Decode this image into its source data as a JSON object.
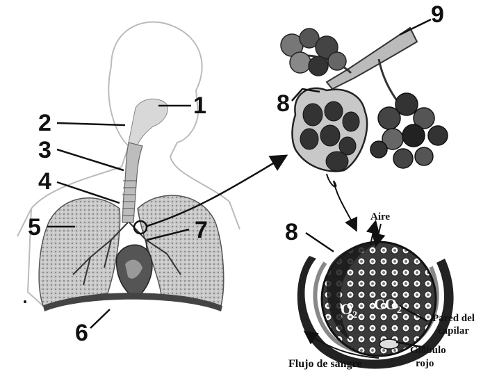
{
  "labels": {
    "n1": "1",
    "n2": "2",
    "n3": "3",
    "n4": "4",
    "n5": "5",
    "n6": "6",
    "n7": "7",
    "n8_top": "8",
    "n8_bottom": "8",
    "n9": "9"
  },
  "alveolus_text": {
    "aire": "Aire",
    "o2": "O",
    "o2_sub": "2",
    "co2": "CO",
    "co2_sub": "2",
    "pared_line1": "Pared del",
    "pared_line2": "capilar",
    "globulo_line1": "Glóbulo",
    "globulo_line2": "rojo",
    "flujo": "Flujo de sangre"
  }
}
